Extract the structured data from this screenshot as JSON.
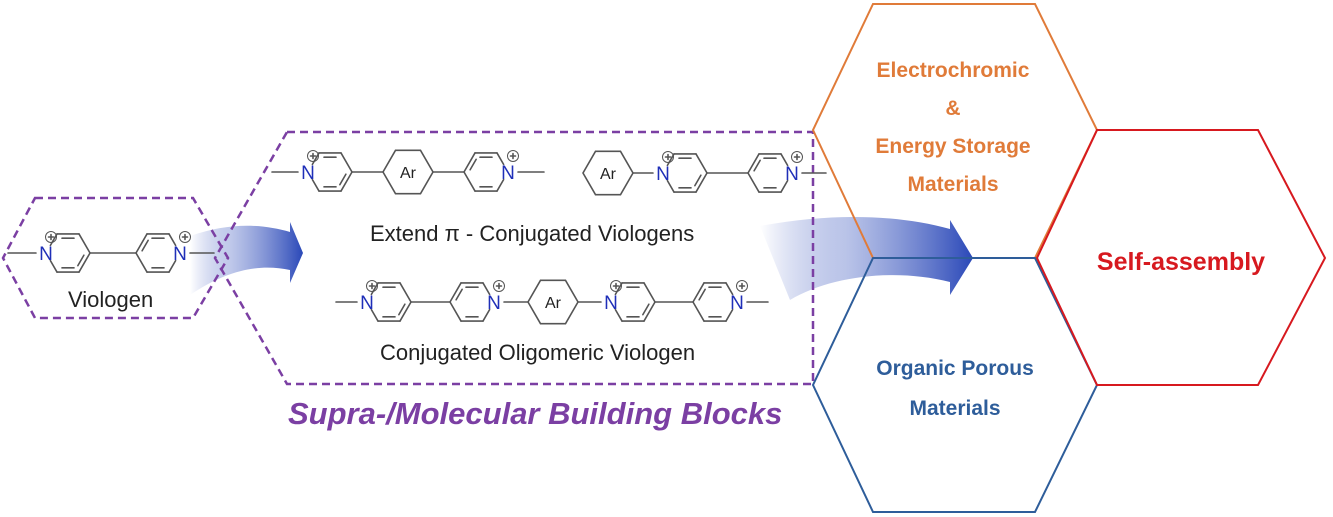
{
  "diagram": {
    "colors": {
      "purple": "#7b3fa3",
      "orange": "#e07b39",
      "red": "#d7191f",
      "blue": "#2e5d9a",
      "arrow": "#2a48b8",
      "nitrogen": "#1f2fb8",
      "bond": "#555555"
    },
    "viologen": {
      "caption": "Viologen",
      "atoms": {
        "N": "N",
        "charge": "+"
      }
    },
    "building_blocks": {
      "title": "Supra-/Molecular Building Blocks",
      "extended_caption": "Extend π - Conjugated Viologens",
      "oligomeric_caption": "Conjugated Oligomeric Viologen",
      "aryl_label": "Ar"
    },
    "applications": [
      {
        "id": "electrochromic",
        "lines": [
          "Electrochromic",
          "&",
          "Energy Storage",
          "Materials"
        ]
      },
      {
        "id": "self-assembly",
        "lines": [
          "Self-assembly"
        ]
      },
      {
        "id": "organic-porous",
        "lines": [
          "Organic Porous",
          "Materials"
        ]
      }
    ]
  }
}
